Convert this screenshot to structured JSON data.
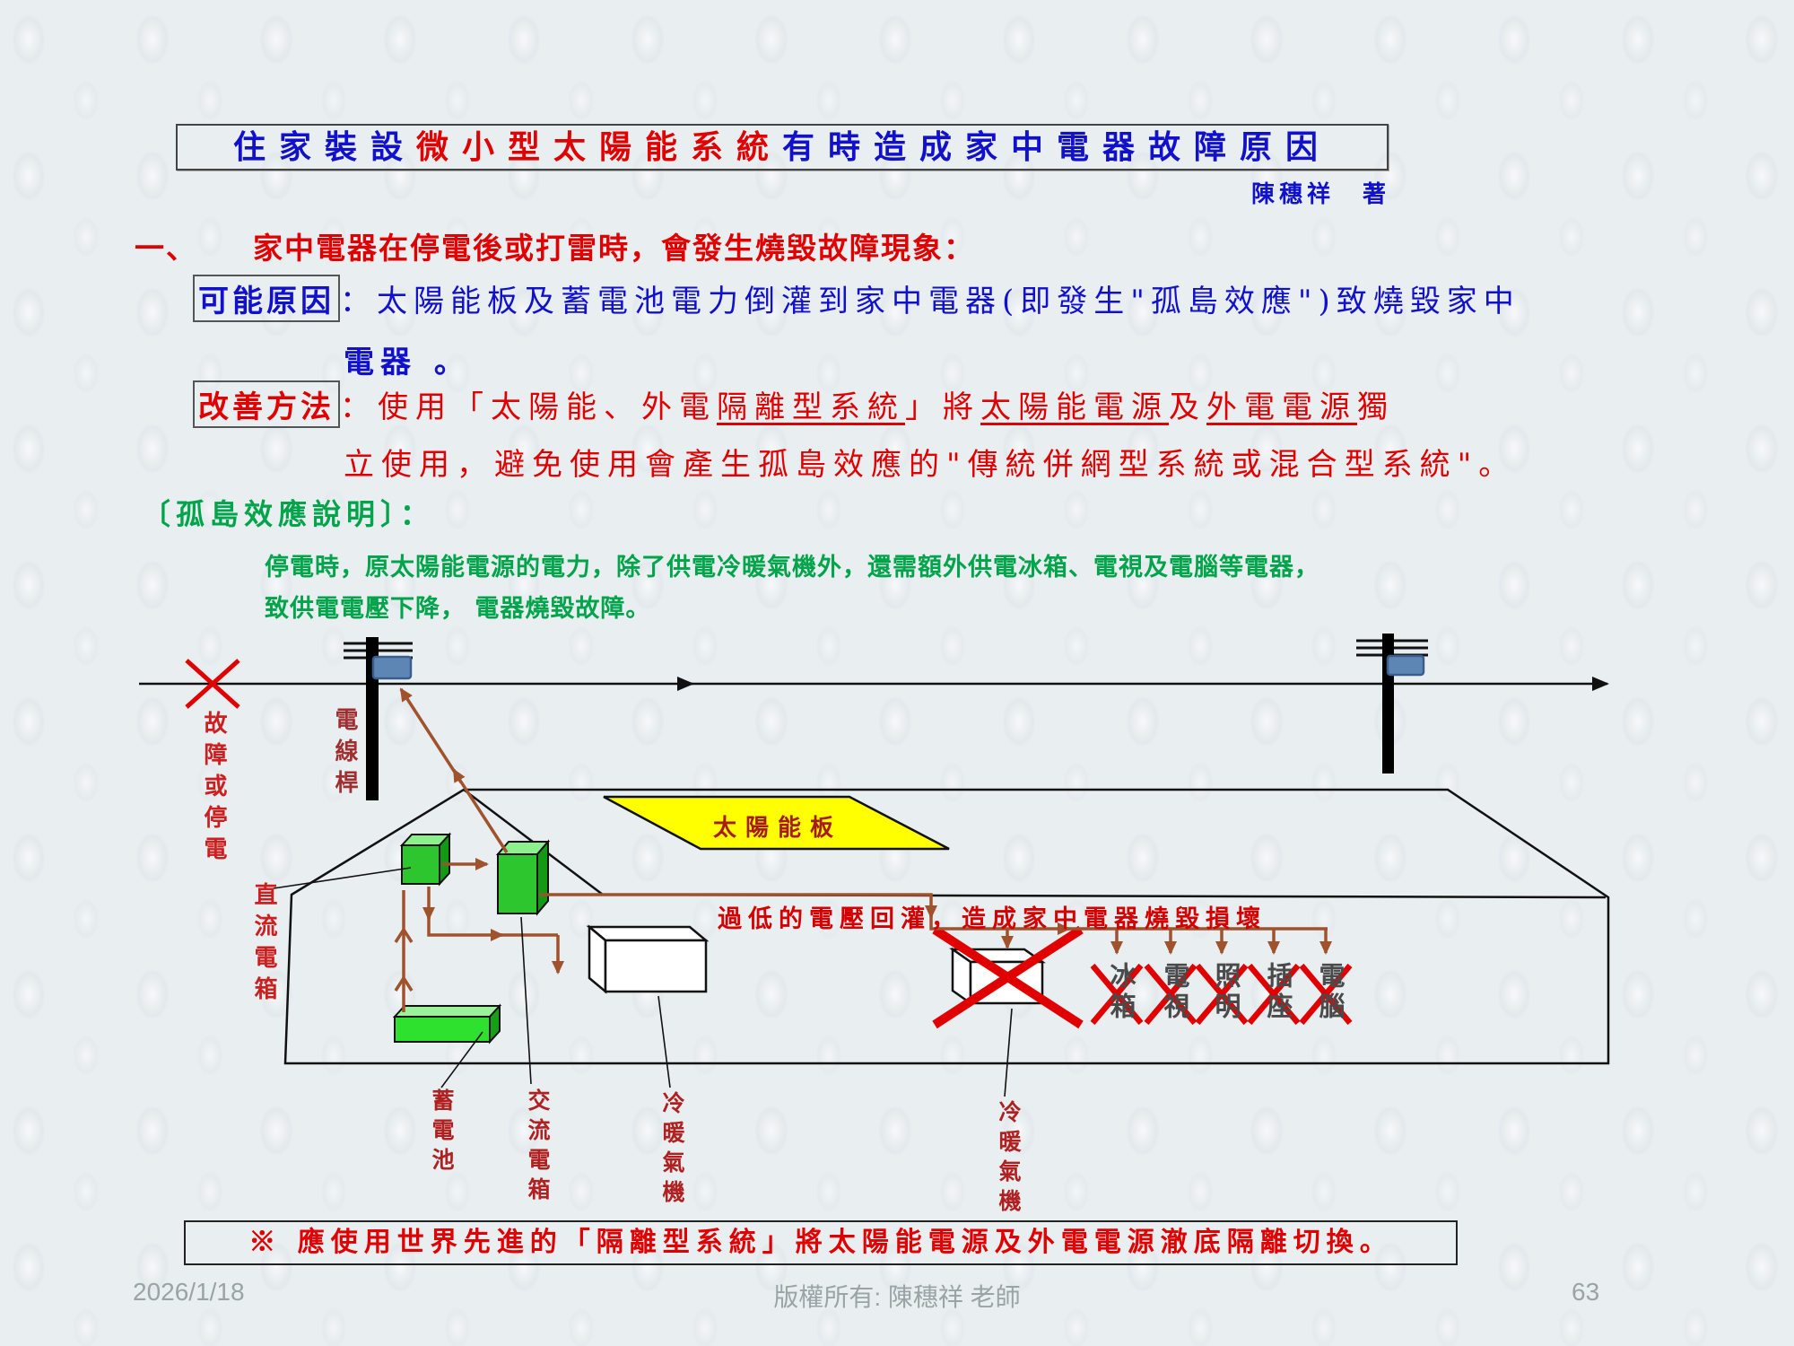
{
  "title": {
    "part1": "住家裝設",
    "part2": "微小型太陽能系統",
    "part3": "有時造成家中電器故障原因"
  },
  "author": "陳穗祥　著",
  "sections": {
    "point1_num": "一、",
    "point1_text": "家中電器在停電後或打雷時，會發生燒毀故障現象：",
    "cause_label": "可能原因",
    "cause_text1": "：太陽能板及蓄電池電力倒灌到家中電器(即發生\"孤島效應\")致燒毀家中",
    "cause_text2": "電器 。",
    "fix_label": "改善方法",
    "fix_pre": "：使用「太陽能、外電",
    "fix_u1": "隔離型系統",
    "fix_mid1": "」將",
    "fix_u2": "太陽能電源",
    "fix_mid2": "及",
    "fix_u3": "外電電源",
    "fix_end": "獨",
    "fix_line2": "立使用，避免使用會產生孤島效應的\"傳統併網型系統或混合型系統\"。",
    "island_title": "〔孤島效應說明〕：",
    "island_line1": "停電時，原太陽能電源的電力，除了供電冷暖氣機外，還需額外供電冰箱、電視及電腦等電器，",
    "island_line2": "致供電電壓下降， 電器燒毀故障。"
  },
  "diagram": {
    "fault_label": "故障或停電",
    "pole_label": "電線桿",
    "dc_box_label": "直流電箱",
    "battery_label": "蓄電池",
    "ac_box_label": "交流電箱",
    "solar_label": "太陽能板",
    "backflow_text": "過低的電壓回灌，造成家中電器燒毀損壞",
    "aircon1_label": "冷暖氣機",
    "aircon2_label": "冷暖氣機",
    "appliances": [
      {
        "label": "冰箱"
      },
      {
        "label": "電視"
      },
      {
        "label": "照明"
      },
      {
        "label": "插座"
      },
      {
        "label": "電腦"
      }
    ]
  },
  "banner": "※ 應使用世界先進的「隔離型系統」將太陽能電源及外電電源澈底隔離切換。",
  "footer": {
    "date": "2026/1/18",
    "copyright": "版權所有: 陳穗祥 老師",
    "page": "63"
  },
  "colors": {
    "title_blue": "#1111cc",
    "title_red": "#e00000",
    "body_blue": "#1111cc",
    "body_red": "#e00000",
    "green_text": "#00a44a",
    "wire_brown": "#a0522d",
    "panel_yellow": "#ffff00",
    "box_green": "#2ec62e",
    "cross_red": "#e10000",
    "transformer_blue": "#5e86b5"
  }
}
